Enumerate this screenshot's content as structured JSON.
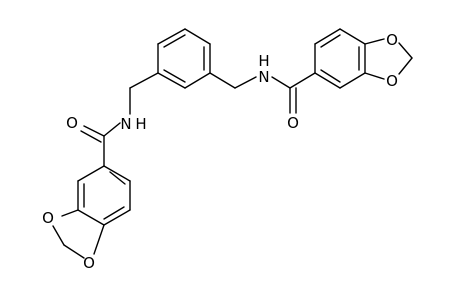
{
  "molecule": {
    "atom_labels": {
      "o_ketone_right": "O",
      "o_ketone_left": "O",
      "nh_right": "N",
      "h_right": "H",
      "nh_left": "N",
      "h_left": "H",
      "o_ring_right_top": "O",
      "o_ring_right_bottom": "O",
      "o_ring_left_left": "O",
      "o_ring_left_right": "O"
    },
    "colors": {
      "bond": "#000000",
      "label": "#000000",
      "background": "#ffffff"
    }
  }
}
